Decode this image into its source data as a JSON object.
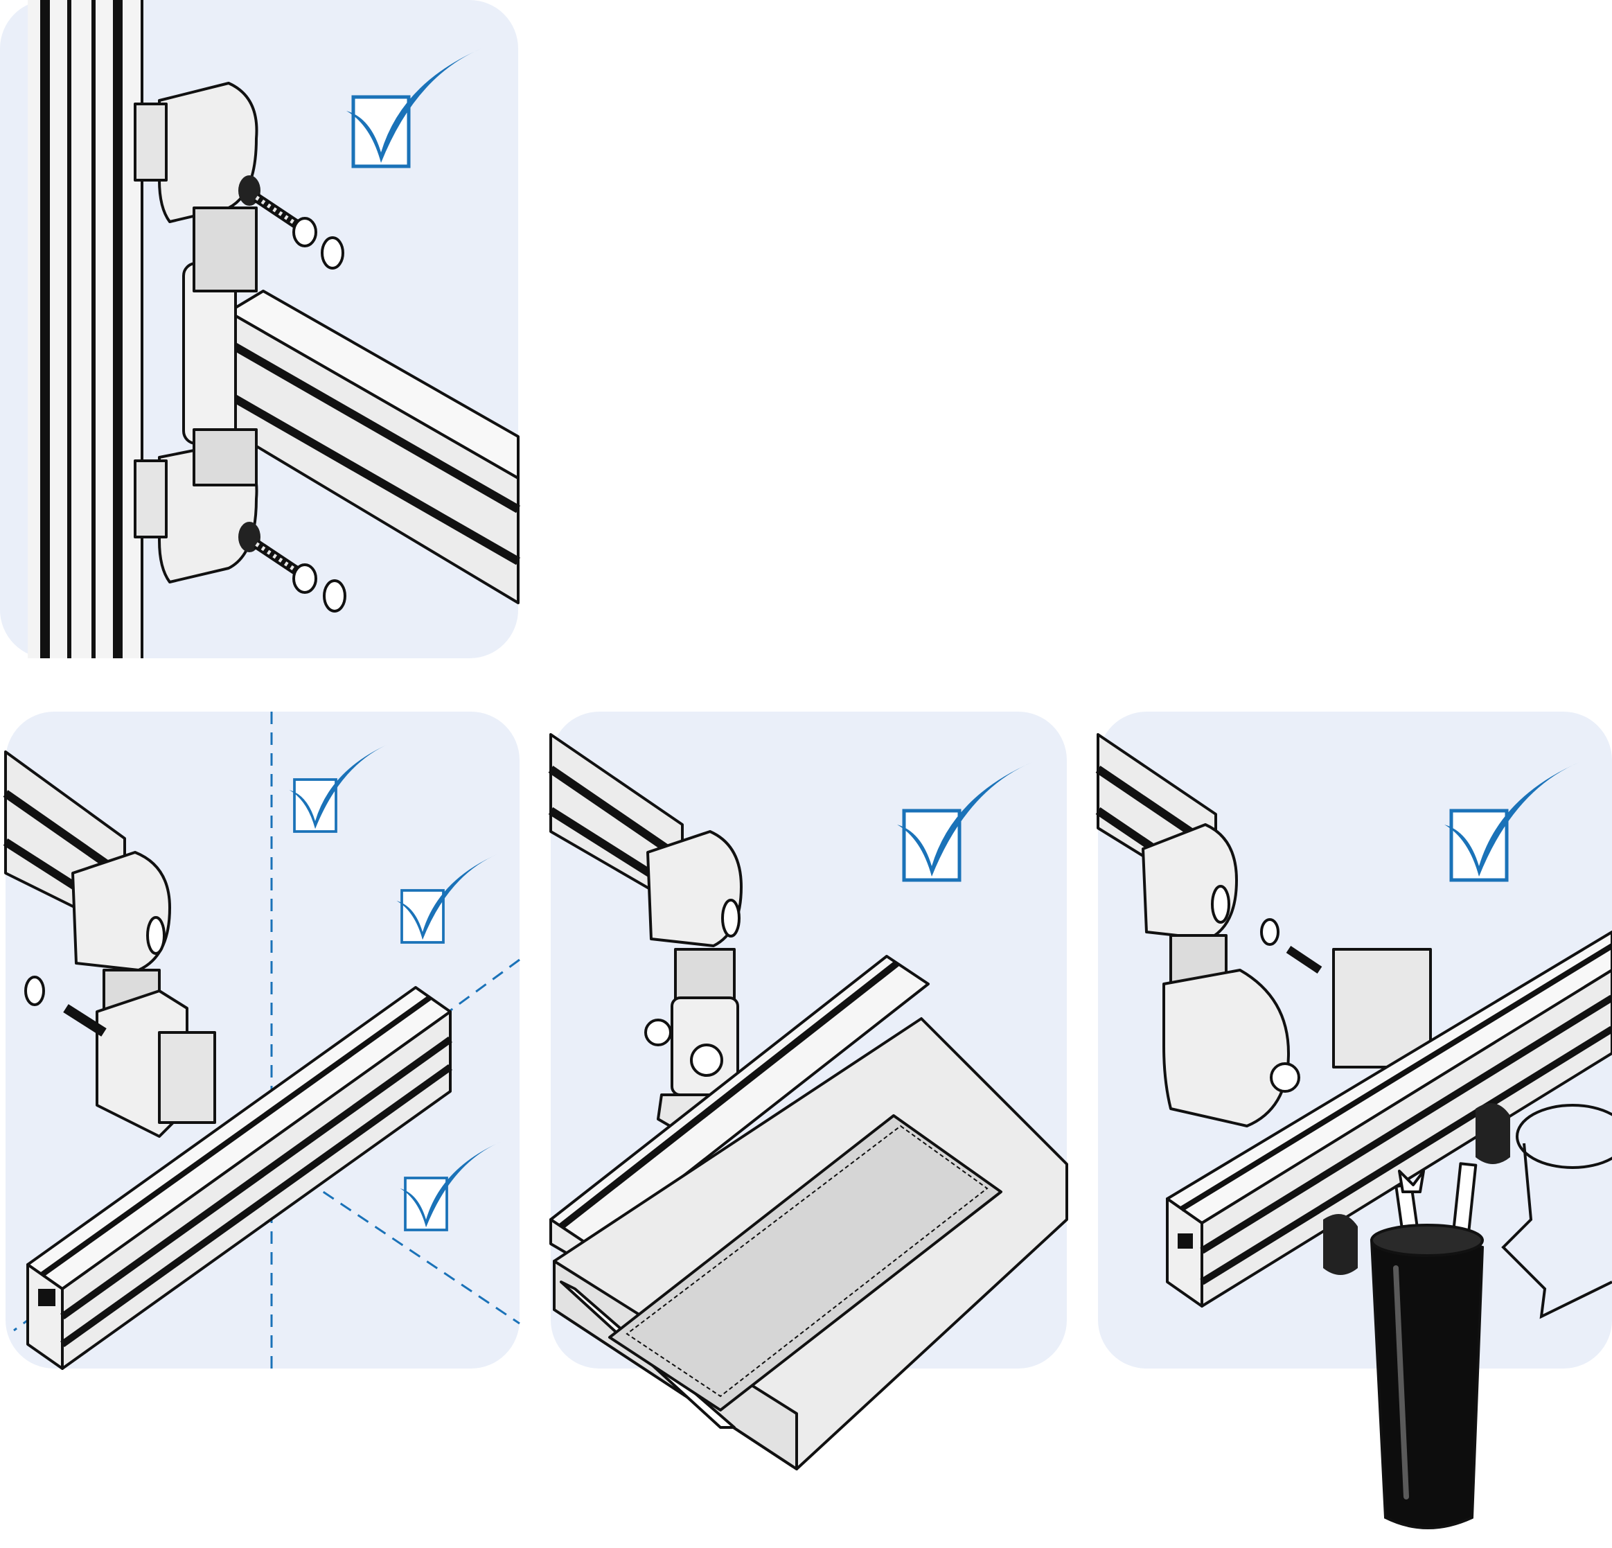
{
  "colors": {
    "panel_background": "#eaeff9",
    "accent": "#1a72b8",
    "outline": "#111111",
    "part_fill": "#ececec"
  },
  "panels": [
    {
      "id": "hinge-mount",
      "icon": "check-icon",
      "checks": 1
    },
    {
      "id": "rotation-axes",
      "icon": "check-icon",
      "checks": 3
    },
    {
      "id": "keyboard-tray",
      "icon": "check-icon",
      "checks": 1
    },
    {
      "id": "tool-holder",
      "icon": "check-icon",
      "checks": 1
    }
  ]
}
